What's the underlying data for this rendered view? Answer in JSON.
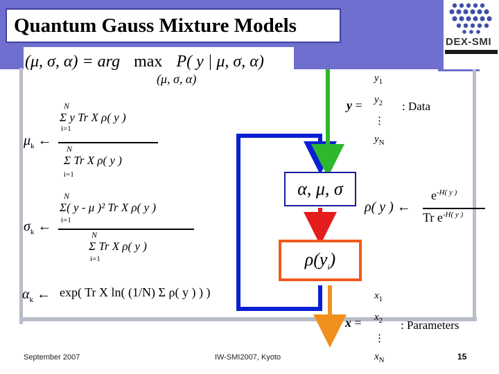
{
  "slide": {
    "title": "Quantum Gauss Mixture Models",
    "logo_text": "DEX-SMI",
    "footer_left": "September 2007",
    "footer_center": "IW-SMI2007, Kyoto",
    "page_number": "15"
  },
  "equations": {
    "main_lhs": "(μ, σ, α) = arg",
    "main_max": "max",
    "main_rhs": "P( y | μ, σ, α)",
    "main_under": "(μ, σ, α)",
    "mu_lhs": "μ",
    "mu_sub": "k",
    "mu_num": "Σ y Tr X ρ( y )",
    "mu_den": "Σ Tr X ρ( y )",
    "sigma_lhs": "σ",
    "sigma_num": "Σ( y - μ )² Tr X ρ( y )",
    "sigma_den": "Σ Tr X ρ( y )",
    "alpha_lhs": "α",
    "alpha_rhs": "exp( Tr X ln( (1/N) Σ ρ( y ) ) )",
    "rho_lhs": "ρ( y )",
    "rho_num": "e",
    "rho_num_exp": "-H( y )",
    "rho_den": "Tr e",
    "rho_den_exp": "-H( y )",
    "data_label": ": Data",
    "params_label": ": Parameters",
    "N": "N",
    "i_eq_1": "i=1"
  },
  "diagram": {
    "params_box": "α, μ, σ",
    "rho_box": "ρ(y",
    "rho_box_sub": "i",
    "rho_box_close": ")",
    "colors": {
      "green": "#2eb82e",
      "blue": "#0a1fd1",
      "red": "#e51c1c",
      "orange": "#f0901c",
      "rho_box_border": "#f05a1c",
      "params_box_border": "#1a1aa0"
    }
  }
}
